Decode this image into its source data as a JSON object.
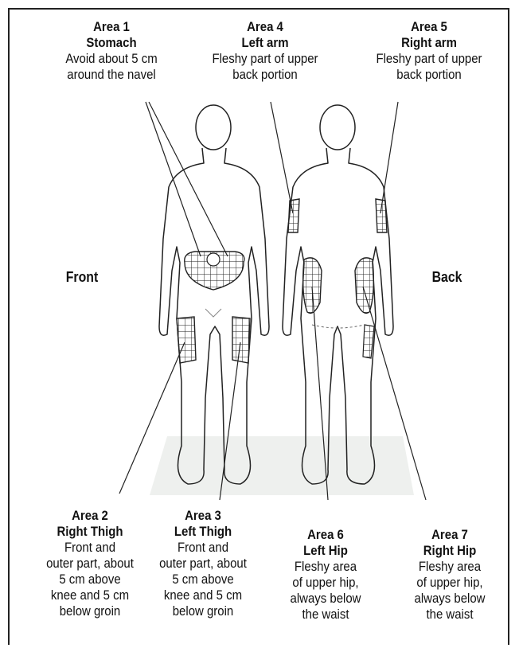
{
  "diagram": {
    "views": {
      "front": "Front",
      "back": "Back"
    },
    "areas": [
      {
        "id": "area-1",
        "title": "Area 1",
        "name": "Stomach",
        "desc": [
          "Avoid about 5 cm",
          "around the navel"
        ]
      },
      {
        "id": "area-4",
        "title": "Area 4",
        "name": "Left arm",
        "desc": [
          "Fleshy part of upper",
          "back portion"
        ]
      },
      {
        "id": "area-5",
        "title": "Area 5",
        "name": "Right arm",
        "desc": [
          "Fleshy part of upper",
          "back portion"
        ]
      },
      {
        "id": "area-2",
        "title": "Area 2",
        "name": "Right Thigh",
        "desc": [
          "Front and",
          "outer part, about",
          "5 cm above",
          "knee and 5 cm",
          "below groin"
        ]
      },
      {
        "id": "area-3",
        "title": "Area 3",
        "name": "Left Thigh",
        "desc": [
          "Front and",
          "outer part, about",
          "5 cm above",
          "knee and 5 cm",
          "below groin"
        ]
      },
      {
        "id": "area-6",
        "title": "Area 6",
        "name": "Left Hip",
        "desc": [
          "Fleshy area",
          "of upper hip,",
          "always below",
          "the waist"
        ]
      },
      {
        "id": "area-7",
        "title": "Area 7",
        "name": "Right Hip",
        "desc": [
          "Fleshy area",
          "of upper hip,",
          "always below",
          "the waist"
        ]
      }
    ]
  }
}
